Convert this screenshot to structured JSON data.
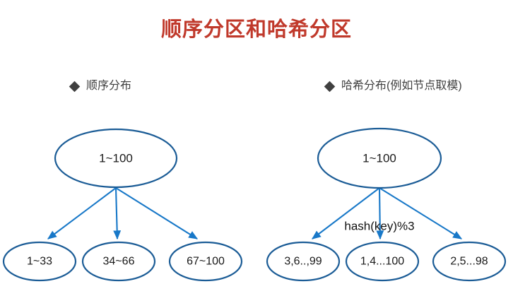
{
  "slide": {
    "title": "顺序分区和哈希分区",
    "title_color": "#c0392b",
    "background_color": "#ffffff"
  },
  "palette": {
    "node_stroke": "#1b5c96",
    "edge_stroke": "#1878c8",
    "text_color": "#1a1a1a",
    "header_color": "#404040"
  },
  "sections": [
    {
      "id": "sequential",
      "bullet": "diamond-bullet-icon",
      "label": "顺序分布",
      "root": {
        "label": "1~100"
      },
      "edge_label": "",
      "leaves": [
        {
          "label": "1~33"
        },
        {
          "label": "34~66"
        },
        {
          "label": "67~100"
        }
      ]
    },
    {
      "id": "hash",
      "bullet": "diamond-bullet-icon",
      "label": "哈希分布(例如节点取模)",
      "root": {
        "label": "1~100"
      },
      "edge_label": "hash(key)%3",
      "leaves": [
        {
          "label": "3,6..,99"
        },
        {
          "label": "1,4...100"
        },
        {
          "label": "2,5...98"
        }
      ]
    }
  ]
}
